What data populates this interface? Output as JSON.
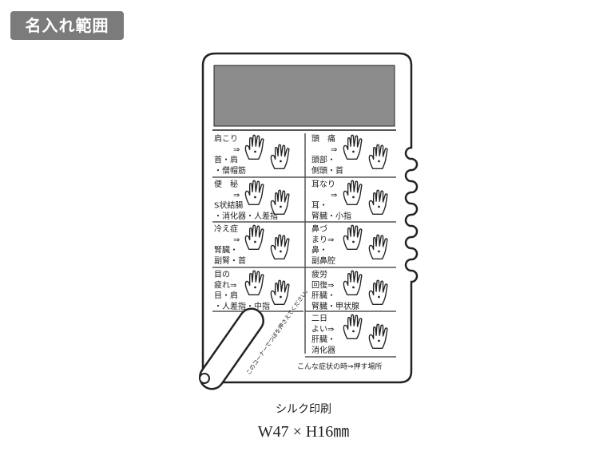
{
  "badge": {
    "label": "名入れ範囲",
    "color": "#7b7b7b"
  },
  "card": {
    "cells": [
      {
        "lines": [
          "肩こり",
          "⇒",
          "首・肩",
          "・僧帽筋"
        ]
      },
      {
        "lines": [
          "頭　痛",
          "⇒",
          "頭部・",
          "側頭・首"
        ]
      },
      {
        "lines": [
          "便　秘",
          "⇒",
          "S状結腸",
          "・消化器・人差指"
        ]
      },
      {
        "lines": [
          "耳なり",
          "⇒",
          "耳・",
          "腎臓・小指"
        ]
      },
      {
        "lines": [
          "冷え症",
          "⇒",
          "腎臓・",
          "副腎・首"
        ]
      },
      {
        "lines": [
          "鼻づ",
          "まり⇒",
          "鼻・",
          "副鼻腔"
        ]
      },
      {
        "lines": [
          "目の",
          "疲れ⇒",
          "目・肩",
          "・人差指・中指"
        ]
      },
      {
        "lines": [
          "疲労",
          "回復⇒",
          "肝臓・",
          "腎臓・甲状腺"
        ]
      },
      {
        "lines": [
          "二日",
          "よい⇒",
          "肝臓・",
          "消化器"
        ]
      }
    ],
    "corner_note": "このコーナーでつぼを押さえてください。",
    "footer": "こんな症状の時⇒押す場所",
    "print_area_color": "#8c8c8c"
  },
  "caption": {
    "method": "シルク印刷",
    "size": "W47 × H16㎜"
  }
}
